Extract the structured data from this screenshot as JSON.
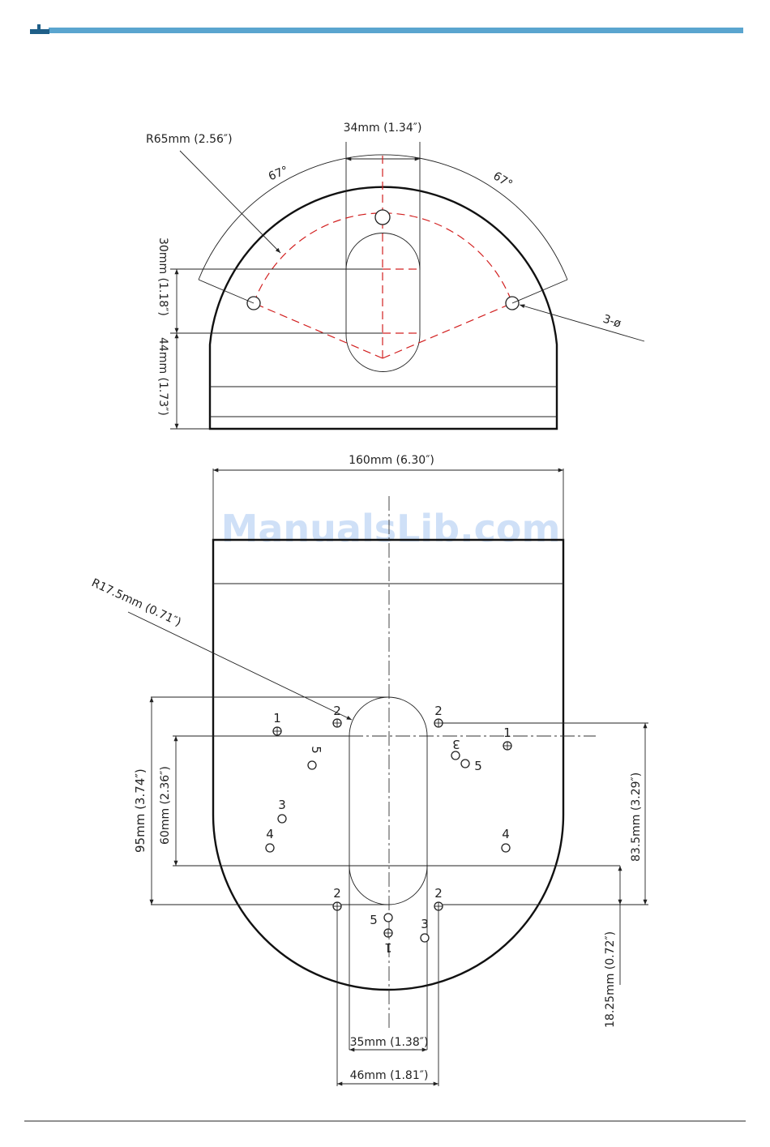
{
  "top_view": {
    "radius_label": "R65mm (2.56″)",
    "slot_width_label": "34mm (1.34″)",
    "angle_left_label": "67°",
    "angle_right_label": "67°",
    "hole_count_label": "3-ø",
    "height_30_label": "30mm (1.18″)",
    "height_44_label": "44mm (1.73″)"
  },
  "bottom_view": {
    "width_label": "160mm (6.30″)",
    "radius_label": "R17.5mm (0.71″)",
    "dim_95_label": "95mm (3.74″)",
    "dim_60_label": "60mm (2.36″)",
    "dim_83_label": "83.5mm (3.29″)",
    "dim_18_label": "18.25mm (0.72″)",
    "dim_35_label": "35mm (1.38″)",
    "dim_46_label": "46mm (1.81″)",
    "hole_numbers": [
      "1",
      "2",
      "3",
      "4",
      "5"
    ]
  },
  "watermark": "ManualsLib.com",
  "colors": {
    "header_bar": "#5aa5cf",
    "header_mark": "#1f5f88",
    "construction": "#d22020",
    "watermark": "#cfe0f7"
  }
}
